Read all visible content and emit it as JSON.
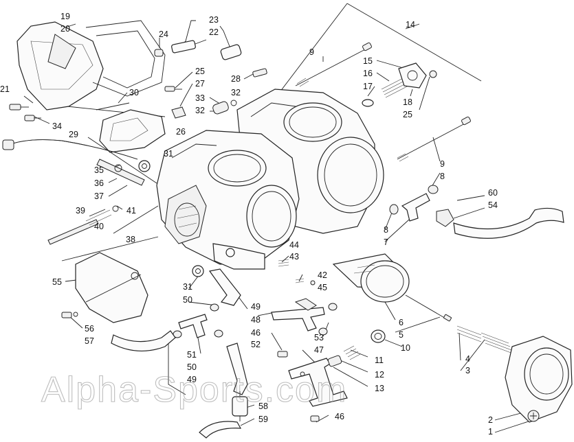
{
  "diagram": {
    "watermark": "Alpha-Sports.com",
    "labels": [
      "1",
      "2",
      "3",
      "4",
      "5",
      "6",
      "7",
      "8",
      "8",
      "9",
      "9",
      "10",
      "11",
      "12",
      "13",
      "14",
      "15",
      "16",
      "17",
      "18",
      "19",
      "20",
      "21",
      "22",
      "23",
      "24",
      "25",
      "25",
      "26",
      "27",
      "28",
      "29",
      "30",
      "31",
      "31",
      "32",
      "32",
      "33",
      "34",
      "35",
      "36",
      "37",
      "38",
      "39",
      "40",
      "41",
      "42",
      "43",
      "44",
      "45",
      "46",
      "46",
      "47",
      "48",
      "49",
      "49",
      "50",
      "50",
      "51",
      "52",
      "53",
      "54",
      "55",
      "56",
      "57",
      "58",
      "59",
      "60"
    ]
  }
}
